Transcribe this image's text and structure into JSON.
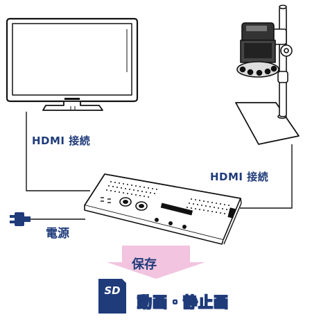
{
  "labels": {
    "hdmi_left": "HDMI 接続",
    "hdmi_right": "HDMI 接続",
    "power": "電源",
    "save": "保存",
    "media": "動画・静止画",
    "sd": "SD"
  },
  "colors": {
    "label_text": "#1f3b7a",
    "arrow_fill": "#f2c4df",
    "sd_card": "#1f3b7a",
    "line": "#111111"
  },
  "icons": {
    "monitor": "tv-monitor-icon",
    "microscope": "microscope-camera-icon",
    "controller": "controller-box-icon",
    "plug": "power-plug-icon",
    "sd_card": "sd-card-icon",
    "arrow": "down-arrow-icon"
  }
}
